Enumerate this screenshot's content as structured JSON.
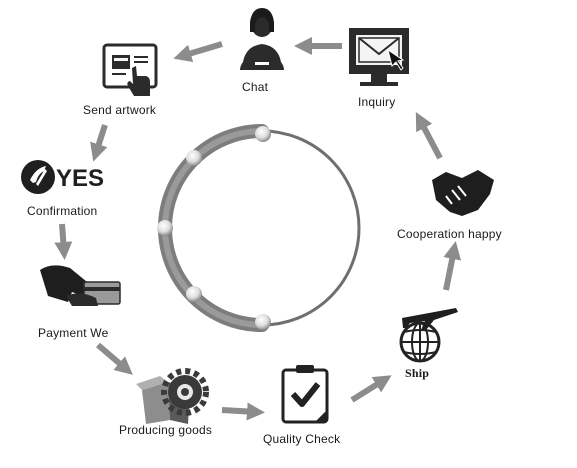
{
  "steps": {
    "chat": "Chat",
    "inquiry": "Inquiry",
    "send_artwork": "Send artwork",
    "confirmation": "Confirmation",
    "confirmation_badge": "YES",
    "payment": "Payment We",
    "producing": "Producing goods",
    "quality": "Quality Check",
    "ship": "Ship",
    "cooperation": "Cooperation happy"
  },
  "colors": {
    "arrow": "#8c8c8c",
    "icon": "#2b2b2b",
    "ring": "#7a7a7a"
  }
}
